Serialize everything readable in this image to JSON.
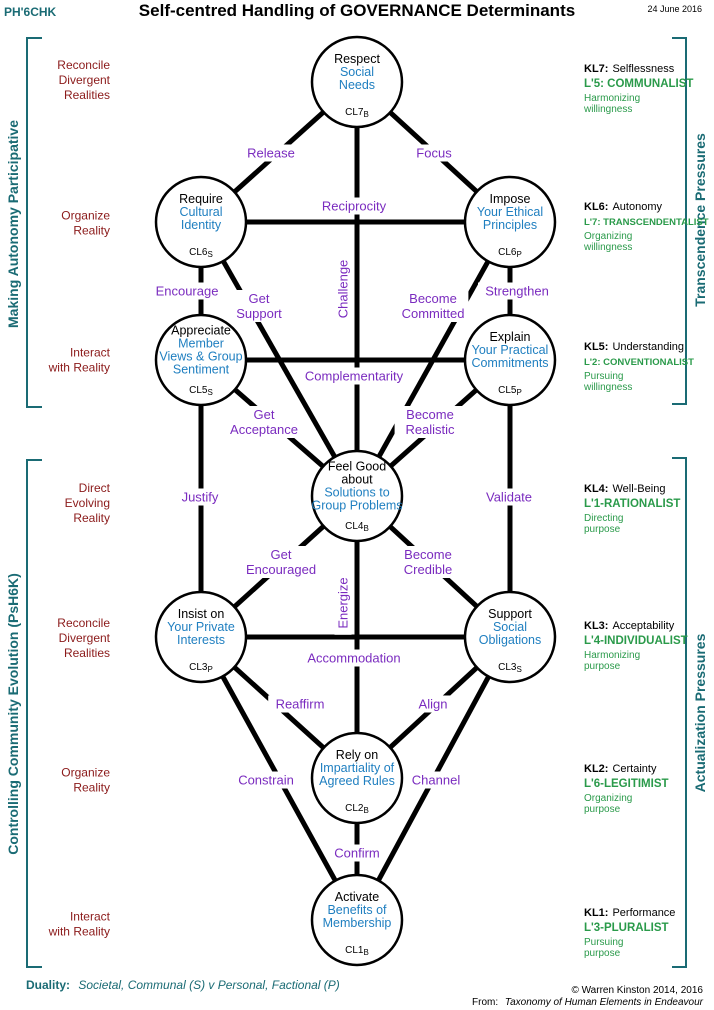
{
  "header": {
    "code": "PH'6CHK",
    "title": "Self-centred Handling of GOVERNANCE Determinants",
    "date": "24 June 2016"
  },
  "left_brackets": [
    {
      "label": "Making  Autonomy  Participative"
    },
    {
      "label": "Controlling  Community Evolution (PsH6K)"
    }
  ],
  "right_brackets": [
    {
      "label": "Transcendence  Pressures"
    },
    {
      "label": "Actualization  Pressures"
    }
  ],
  "left_labels": [
    [
      "Reconcile",
      "Divergent",
      "Realities"
    ],
    [
      "Organize",
      "Reality"
    ],
    [
      "Interact",
      "with Reality"
    ],
    [
      "Direct",
      "Evolving",
      "Reality"
    ],
    [
      "Reconcile",
      "Divergent",
      "Realities"
    ],
    [
      "Organize",
      "Reality"
    ],
    [
      "Interact",
      "with Reality"
    ]
  ],
  "levels": [
    {
      "kl": "KL7:",
      "kl_name": "Selflessness",
      "l": "L'5: COMMUNALIST",
      "l_small": false,
      "sub": [
        "Harmonizing",
        "willingness"
      ]
    },
    {
      "kl": "KL6:",
      "kl_name": "Autonomy",
      "l": "L'7: TRANSCENDENTALIST",
      "l_small": true,
      "sub": [
        "Organizing",
        "willingness"
      ]
    },
    {
      "kl": "KL5:",
      "kl_name": "Understanding",
      "l": "L'2: CONVENTIONALIST",
      "l_small": true,
      "sub": [
        "Pursuing",
        "willingness"
      ]
    },
    {
      "kl": "KL4:",
      "kl_name": "Well-Being",
      "l": "L'1-RATIONALIST",
      "l_small": false,
      "sub": [
        "Directing",
        "purpose"
      ]
    },
    {
      "kl": "KL3:",
      "kl_name": "Acceptability",
      "l": "L'4-INDIVIDUALIST",
      "l_small": false,
      "sub": [
        "Harmonizing",
        "purpose"
      ]
    },
    {
      "kl": "KL2:",
      "kl_name": "Certainty",
      "l": "L'6-LEGITIMIST",
      "l_small": false,
      "sub": [
        "Organizing",
        "purpose"
      ]
    },
    {
      "kl": "KL1:",
      "kl_name": "Performance",
      "l": "L'3-PLURALIST",
      "l_small": false,
      "sub": [
        "Pursuing",
        "purpose"
      ]
    }
  ],
  "nodes": {
    "cl7": {
      "head": [
        "Respect"
      ],
      "body": [
        "Social",
        "Needs"
      ],
      "code": "CL7",
      "sub": "B"
    },
    "cl6s": {
      "head": [
        "Require"
      ],
      "body": [
        "Cultural",
        "Identity"
      ],
      "code": "CL6",
      "sub": "S"
    },
    "cl6p": {
      "head": [
        "Impose"
      ],
      "body": [
        "Your Ethical",
        "Principles"
      ],
      "code": "CL6",
      "sub": "P"
    },
    "cl5s": {
      "head": [
        "Appreciate"
      ],
      "body": [
        "Member",
        "Views & Group",
        "Sentiment"
      ],
      "code": "CL5",
      "sub": "S"
    },
    "cl5p": {
      "head": [
        "Explain"
      ],
      "body": [
        "Your Practical",
        "Commitments"
      ],
      "code": "CL5",
      "sub": "P"
    },
    "cl4": {
      "head": [
        "Feel Good",
        "about"
      ],
      "body": [
        "Solutions to",
        "Group Problems"
      ],
      "code": "CL4",
      "sub": "B"
    },
    "cl3p": {
      "head": [
        "Insist on"
      ],
      "body": [
        "Your Private",
        "Interests"
      ],
      "code": "CL3",
      "sub": "P"
    },
    "cl3s": {
      "head": [
        "Support"
      ],
      "body": [
        "Social",
        "Obligations"
      ],
      "code": "CL3",
      "sub": "S"
    },
    "cl2": {
      "head": [
        "Rely on"
      ],
      "body": [
        "Impartiality of",
        "Agreed Rules"
      ],
      "code": "CL2",
      "sub": "B"
    },
    "cl1": {
      "head": [
        "Activate"
      ],
      "body": [
        "Benefits of",
        "Membership"
      ],
      "code": "CL1",
      "sub": "B"
    }
  },
  "edge_labels": [
    [
      "Release"
    ],
    [
      "Focus"
    ],
    [
      "Reciprocity"
    ],
    [
      "Encourage"
    ],
    [
      "Strengthen"
    ],
    [
      "Get",
      "Support"
    ],
    [
      "Challenge"
    ],
    [
      "Become",
      "Committed"
    ],
    [
      "Complementarity"
    ],
    [
      "Get",
      "Acceptance"
    ],
    [
      "Become",
      "Realistic"
    ],
    [
      "Justify"
    ],
    [
      "Validate"
    ],
    [
      "Get",
      "Encouraged"
    ],
    [
      "Become",
      "Credible"
    ],
    [
      "Energize"
    ],
    [
      "Accommodation"
    ],
    [
      "Reaffirm"
    ],
    [
      "Align"
    ],
    [
      "Constrain"
    ],
    [
      "Channel"
    ],
    [
      "Confirm"
    ]
  ],
  "footer": {
    "duality_label": "Duality:",
    "duality_text": "Societal, Communal (S)  v  Personal, Factional (P)",
    "copyright": "© Warren Kinston 2014, 2016",
    "from_label": "From:",
    "from_text": "Taxonomy of Human Elements in Endeavour"
  },
  "colors": {
    "teal": "#1a6b74",
    "dark_red": "#8b1a1a",
    "purple": "#7a2bbf",
    "blue": "#1f7fc0",
    "green": "#2a9a4a",
    "black": "#000000"
  }
}
